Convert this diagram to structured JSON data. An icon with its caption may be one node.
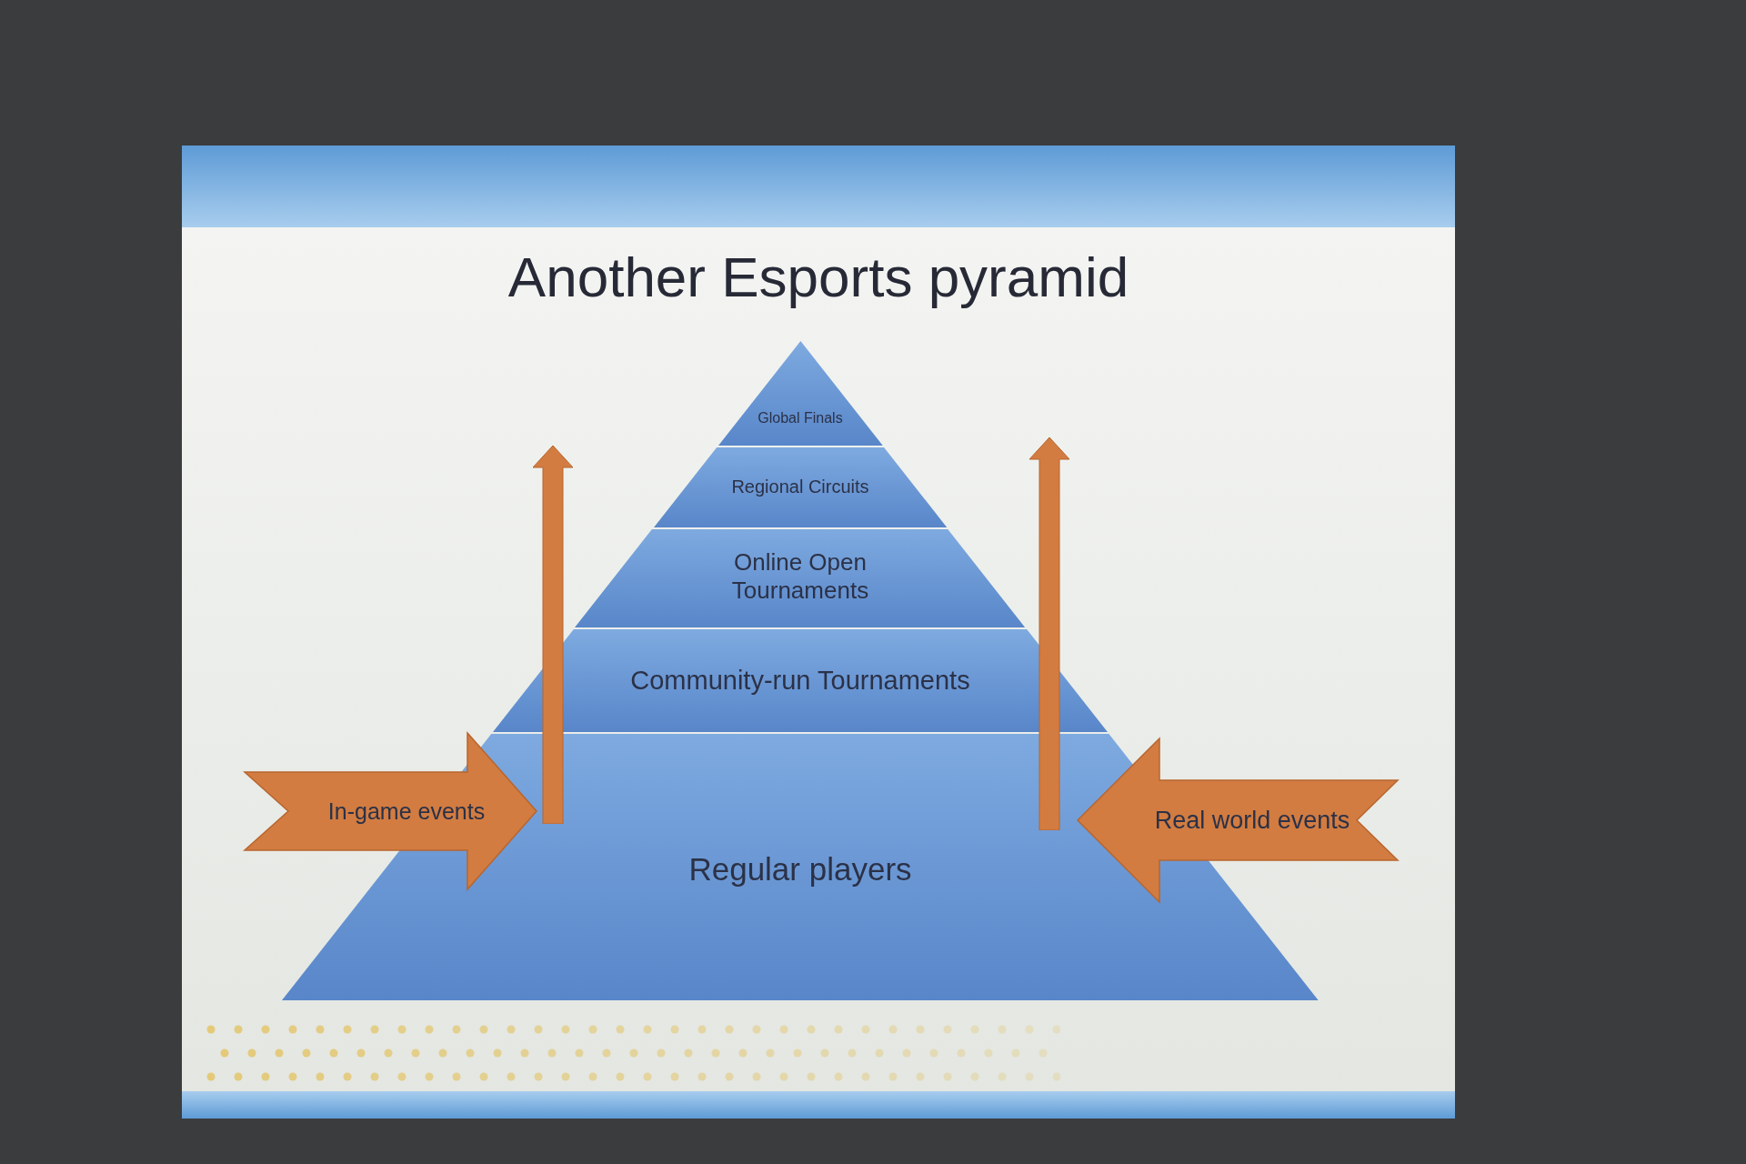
{
  "diagram": {
    "title": "Another Esports pyramid",
    "nodes": [
      {
        "text": [
          "Global Finals"
        ]
      },
      {
        "text": [
          "Regional Circuits"
        ]
      },
      {
        "text": [
          "Online Open Tournaments"
        ]
      },
      {
        "text": [
          "Community-run Tournaments"
        ]
      },
      {
        "text": [
          "Regular players"
        ]
      },
      {
        "text": [
          "In-game events"
        ]
      },
      {
        "text": [
          "Real world events"
        ]
      }
    ]
  }
}
